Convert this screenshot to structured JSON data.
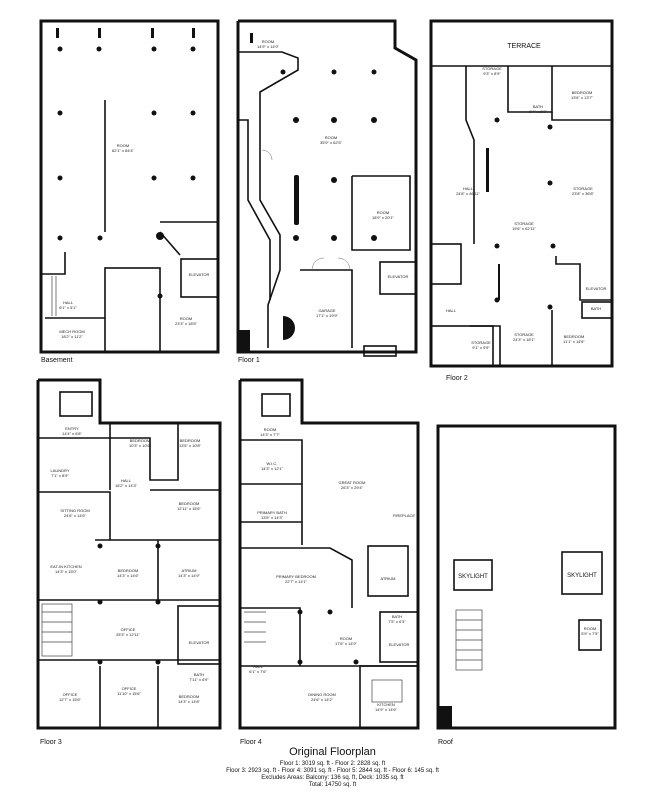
{
  "plans": {
    "basement": {
      "label": "Basement",
      "rooms": {
        "room": "ROOM",
        "room_dim": "62'1\" x 84'4\"",
        "elevator": "ELEVATOR",
        "hall": "HALL",
        "hall_dim": "6'1\" x 5'1\"",
        "mech": "MECH ROOM",
        "mech_dim": "18'2\" x 11'2\"",
        "room2": "ROOM",
        "room2_dim": "23'3\" x 18'5\""
      }
    },
    "floor1": {
      "label": "Floor 1",
      "rooms": {
        "room": "ROOM",
        "room_dim": "35'9\" x 62'5\"",
        "room2": "ROOM",
        "room2_dim": "18'9\" x 20'1\"",
        "room3": "ROOM",
        "room3_dim": "14'9\" x 14'9\"",
        "elevator": "ELEVATOR",
        "garage": "GARAGE",
        "garage_dim": "17'1\" x 19'9\""
      }
    },
    "floor2": {
      "label": "Floor 2",
      "terrace": "TERRACE",
      "rooms": {
        "storage1": "STORAGE",
        "storage1_dim": "9'3\" x 8'9\"",
        "bath": "BATH",
        "bath_dim": "9'4\" x 6'0\"",
        "bedroom1": "BEDROOM",
        "bedroom1_dim": "13'6\" x 13'7\"",
        "hall": "HALL",
        "hall_dim": "24'8\" x 46'11\"",
        "storage2": "STORAGE",
        "storage2_dim": "23'8\" x 36'8\"",
        "storage3": "STORAGE",
        "storage3_dim": "19'6\" x 62'11\"",
        "elevator": "ELEVATOR",
        "bath2": "BATH",
        "hall2": "HALL",
        "storage4": "STORAGE",
        "storage4_dim": "9'1\" x 9'9\"",
        "storage5": "STORAGE",
        "storage5_dim": "24'3\" x 18'1\"",
        "bedroom2": "BEDROOM",
        "bedroom2_dim": "11'1\" x 14'8\""
      }
    },
    "floor3": {
      "label": "Floor 3",
      "rooms": {
        "entry": "ENTRY",
        "entry_dim": "14'4\" x 6'8\"",
        "bedroom1": "BEDROOM",
        "bedroom1_dim": "10'3\" x 10'6\"",
        "bedroom2": "BEDROOM",
        "bedroom2_dim": "13'5\" x 10'8\"",
        "laundry": "LAUNDRY",
        "laundry_dim": "7'1\" x 8'9\"",
        "hall": "HALL",
        "hall_dim": "16'2\" x 14'3\"",
        "sitting": "SITTING ROOM",
        "sitting_dim": "24'6\" x 14'6\"",
        "bedroom3": "BEDROOM",
        "bedroom3_dim": "12'11\" x 15'6\"",
        "eatin": "EAT-IN KITCHEN",
        "eatin_dim": "14'3\" x 15'0\"",
        "bedroom4": "BEDROOM",
        "bedroom4_dim": "14'3\" x 14'6\"",
        "atrium": "ATRIUM",
        "atrium_dim": "14'3\" x 14'9\"",
        "office1": "OFFICE",
        "office1_dim": "25'3\" x 12'11\"",
        "elevator": "ELEVATOR",
        "bath": "BATH",
        "bath_dim": "7'11\" x 6'9\"",
        "office2": "OFFICE",
        "office2_dim": "12'7\" x 15'6\"",
        "office3": "OFFICE",
        "office3_dim": "11'10\" x 15'6\"",
        "bedroom5": "BEDROOM",
        "bedroom5_dim": "14'3\" x 14'8\""
      }
    },
    "floor4": {
      "label": "Floor 4",
      "rooms": {
        "room": "ROOM",
        "room_dim": "14'3\" x 7'7\"",
        "wic": "W.I.C.",
        "wic_dim": "14'3\" x 12'1\"",
        "great": "GREAT ROOM",
        "great_dim": "26'3\" x 29'4\"",
        "pbath": "PRIMARY BATH",
        "pbath_dim": "13'5\" x 14'3\"",
        "fireplace": "FIREPLACE",
        "pbed": "PRIMARY BEDROOM",
        "pbed_dim": "22'7\" x 14'1\"",
        "atrium": "ATRIUM",
        "room2": "ROOM",
        "room2_dim": "17'6\" x 14'9\"",
        "bath": "BATH",
        "bath_dim": "7'5\" x 6'3\"",
        "elevator": "ELEVATOR",
        "hall": "HALL",
        "hall_dim": "6'1\" x 7'6\"",
        "dining": "DINING ROOM",
        "dining_dim": "24'6\" x 14'2\"",
        "kitchen": "KITCHEN",
        "kitchen_dim": "14'9\" x 14'6\""
      }
    },
    "roof": {
      "label": "Roof",
      "skylight1": "SKYLIGHT",
      "skylight2": "SKYLIGHT",
      "room": "ROOM",
      "room_dim": "5'9\" x 7'5\""
    }
  },
  "footer": {
    "title": "Original Floorplan",
    "line1": "Floor 1: 3019 sq. ft  -  Floor 2: 2828 sq. ft",
    "line2": "Floor 3: 2923 sq. ft  -  Floor 4: 3091 sq. ft  -  Floor 5: 2844 sq. ft  -  Floor 6: 145 sq. ft",
    "line3": "Excludes Areas: Balcony: 136 sq. ft, Deck: 1035 sq. ft",
    "line4": "Total: 14750 sq. ft"
  }
}
